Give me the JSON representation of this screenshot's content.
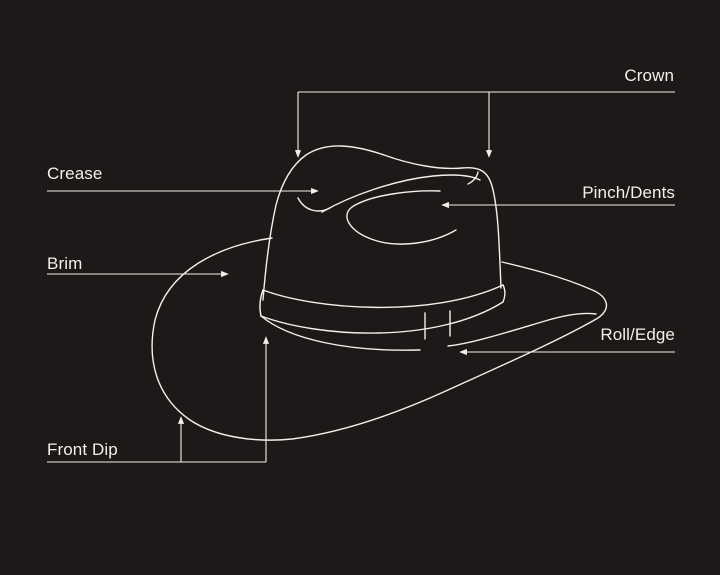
{
  "labels": {
    "crown": "Crown",
    "crease": "Crease",
    "pinch": "Pinch/Dents",
    "brim": "Brim",
    "roll": "Roll/Edge",
    "front_dip": "Front Dip"
  },
  "colors": {
    "background": "#1c1918",
    "line": "#f2f0ec"
  }
}
